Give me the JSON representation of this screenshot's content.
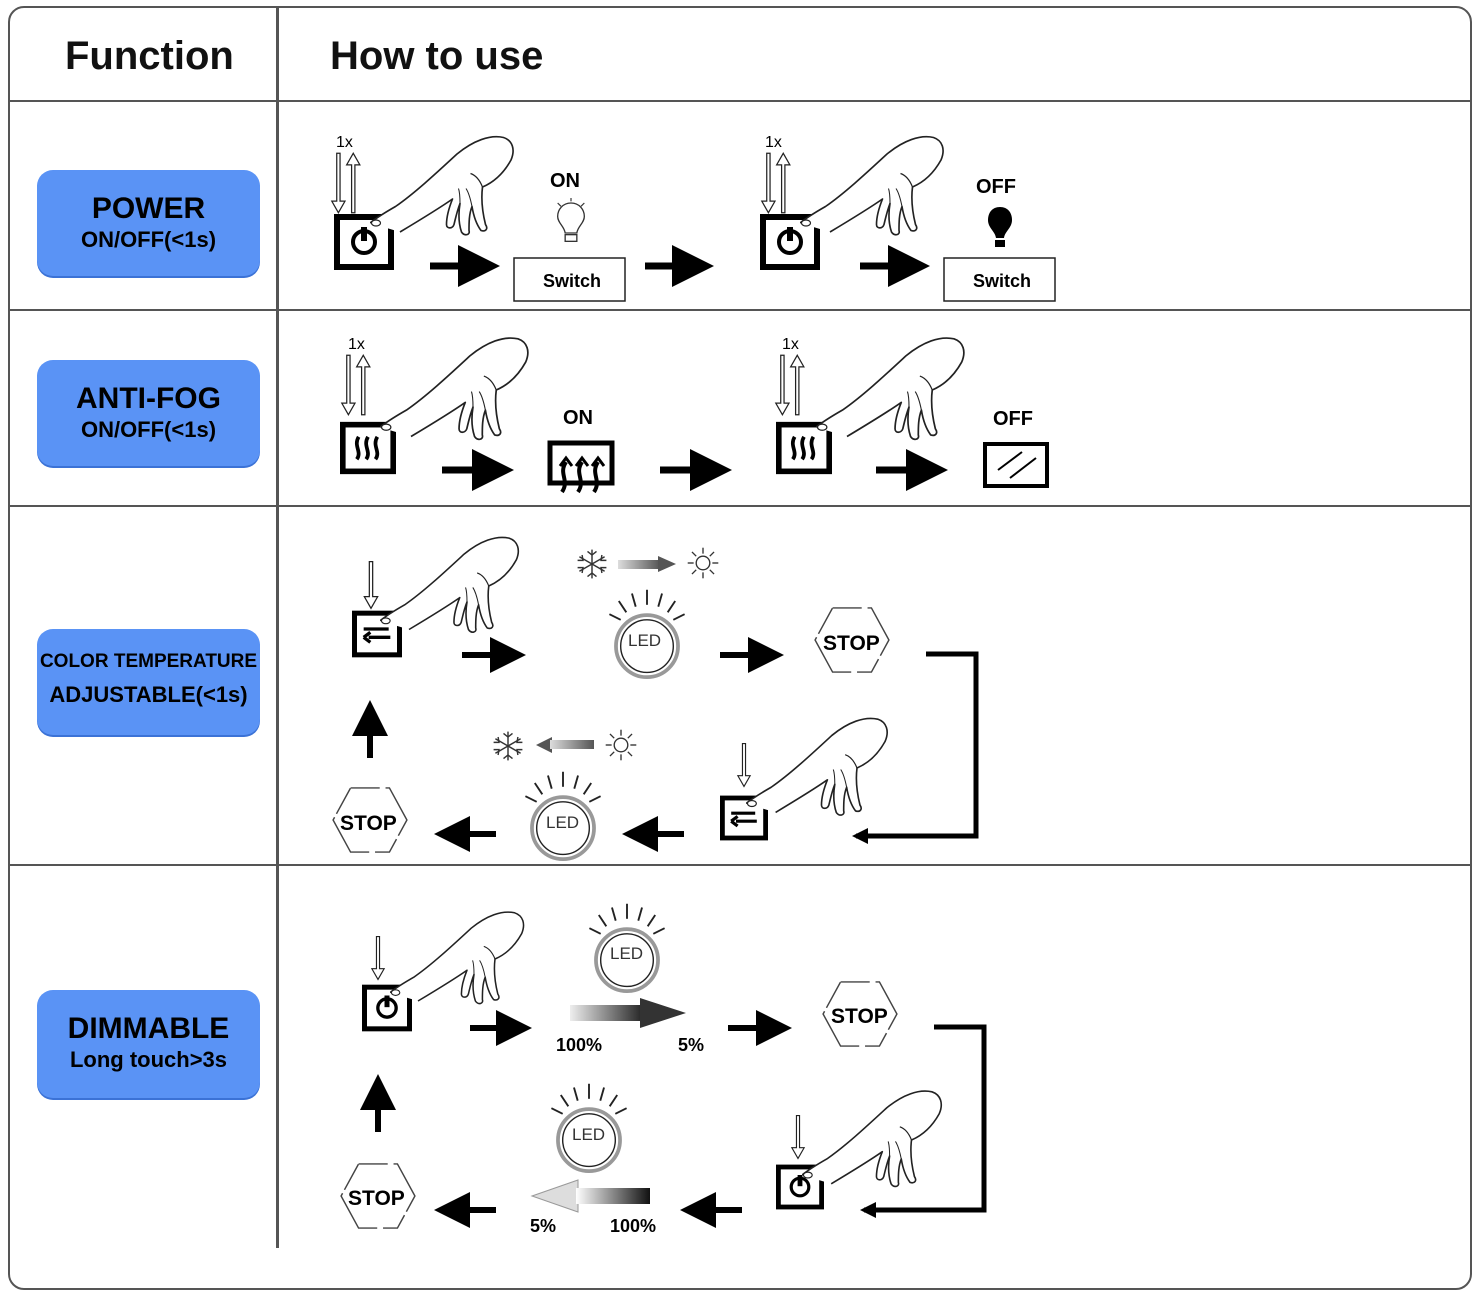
{
  "header": {
    "function": "Function",
    "how_to_use": "How to use"
  },
  "rows": [
    {
      "title": "POWER",
      "subtitle": "ON/OFF(<1s)"
    },
    {
      "title": "ANTI-FOG",
      "subtitle": "ON/OFF(<1s)"
    },
    {
      "title": "COLOR TEMPERATURE",
      "subtitle": "ADJUSTABLE(<1s)"
    },
    {
      "title": "DIMMABLE",
      "subtitle": "Long touch>3s"
    }
  ],
  "labels": {
    "press_1x": "1x",
    "press_1x_alt": "1х",
    "on": "ON",
    "off": "OFF",
    "switch": "Switch",
    "led": "LED",
    "stop": "STOP",
    "pct_100": "100%",
    "pct_5": "5%"
  },
  "colors": {
    "badge": "#5a93f5",
    "frame": "#555555",
    "ink": "#000000"
  }
}
